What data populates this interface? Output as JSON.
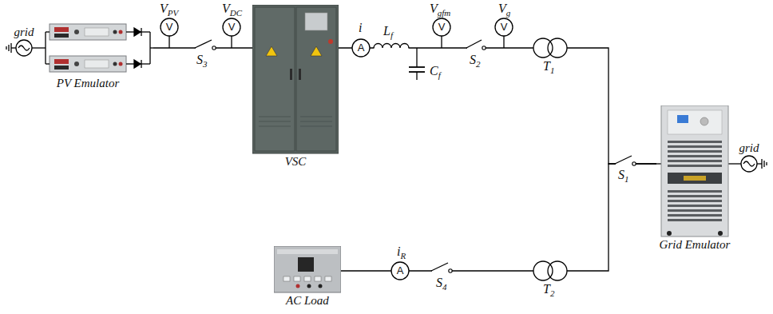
{
  "diagram": {
    "nodes": [
      {
        "text": [
          "grid"
        ]
      },
      {
        "text": [
          "PV Emulator"
        ]
      },
      {
        "text": [
          "VSC"
        ]
      },
      {
        "text": [
          "Grid Emulator"
        ]
      },
      {
        "text": [
          "grid"
        ]
      },
      {
        "text": [
          "AC Load"
        ]
      }
    ],
    "edges": [
      {
        "from": 0,
        "to": 1,
        "arrow": "none"
      },
      {
        "from": 1,
        "to": 2,
        "arrow": "none"
      },
      {
        "from": 2,
        "to": 3,
        "arrow": "none"
      },
      {
        "from": 5,
        "to": 3,
        "arrow": "none"
      },
      {
        "from": 3,
        "to": 4,
        "arrow": "none"
      }
    ],
    "labels": [
      "V",
      "PV",
      "V",
      "S",
      "3",
      "V",
      "DC",
      "V",
      "i",
      "A",
      "L",
      "f",
      "C",
      "f",
      "V",
      "gfm",
      "V",
      "S",
      "2",
      "V",
      "g",
      "V",
      "T",
      "1",
      "S",
      "1",
      "i",
      "R",
      "A",
      "S",
      "4",
      "T",
      "2"
    ]
  }
}
